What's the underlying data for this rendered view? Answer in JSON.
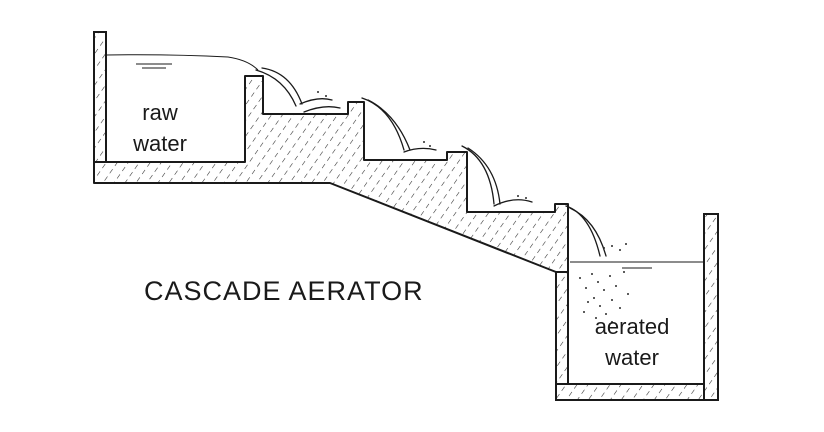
{
  "diagram": {
    "title": "CASCADE AERATOR",
    "labels": {
      "inlet_line1": "raw",
      "inlet_line2": "water",
      "outlet_line1": "aerated",
      "outlet_line2": "water"
    },
    "colors": {
      "ink": "#1a1a1a",
      "background": "#ffffff"
    },
    "icons": [
      "water-surface-icon",
      "water-flow-icon",
      "spray-icon"
    ]
  }
}
